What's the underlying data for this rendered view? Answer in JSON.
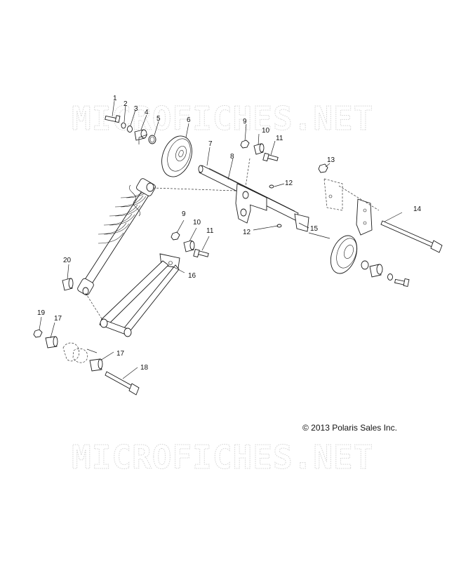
{
  "watermark": "MICROFICHES.NET",
  "copyright": "© 2013 Polaris Sales Inc.",
  "callouts": {
    "c1": "1",
    "c2": "2",
    "c3": "3",
    "c4": "4",
    "c5": "5",
    "c6": "6",
    "c7": "7",
    "c8": "8",
    "c9a": "9",
    "c9b": "9",
    "c10a": "10",
    "c10b": "10",
    "c11a": "11",
    "c11b": "11",
    "c12a": "12",
    "c12b": "12",
    "c13": "13",
    "c14": "14",
    "c15": "15",
    "c16": "16",
    "c17a": "17",
    "c17b": "17",
    "c18": "18",
    "c19": "19",
    "c20": "20"
  }
}
